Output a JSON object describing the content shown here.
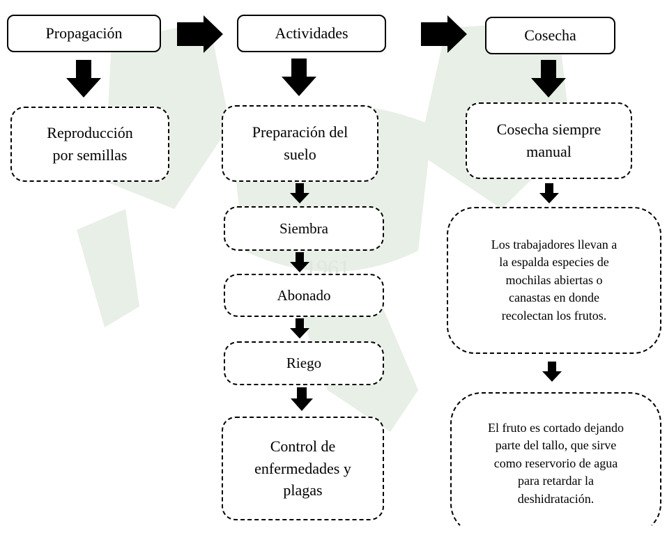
{
  "stages": {
    "propagacion": "Propagación",
    "actividades": "Actividades",
    "cosecha": "Cosecha"
  },
  "propagacion_steps": {
    "reproduccion": "Reproducción\npor semillas"
  },
  "actividades_steps": {
    "preparacion": "Preparación del\nsuelo",
    "siembra": "Siembra",
    "abonado": "Abonado",
    "riego": "Riego",
    "control": "Control de\nenfermedades y\nplagas"
  },
  "cosecha_steps": {
    "manual": "Cosecha siempre\nmanual",
    "trabajadores": "Los trabajadores llevan a\nla espalda especies de\nmochilas abiertas o\ncanastas en donde\nrecolectan los frutos.",
    "fruto": "El fruto es cortado dejando\nparte del tallo, que sirve\ncomo reservorio de agua\npara retardar la\ndeshidratación."
  },
  "watermark_text": "1961",
  "colors": {
    "line": "#000000",
    "watermark": "#e6ede4"
  }
}
